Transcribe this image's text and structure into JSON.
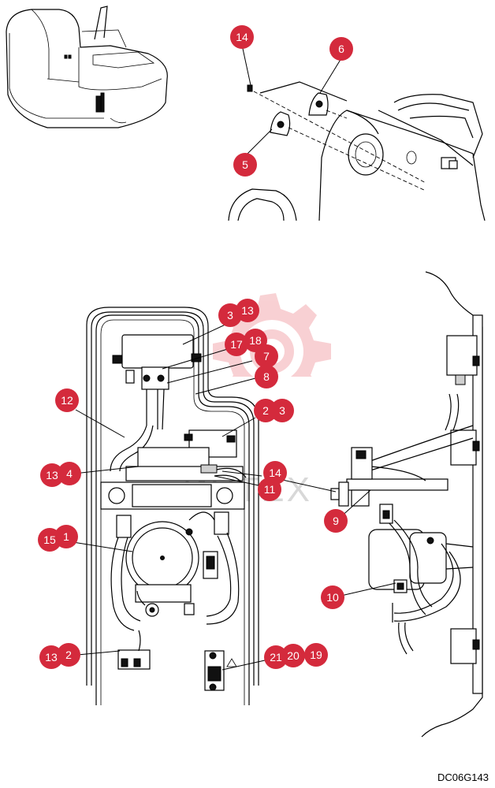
{
  "figure_code": "DC06G143",
  "watermark": "ИНТЕХ",
  "callouts": {
    "c14a": "14",
    "c6": "6",
    "c5": "5",
    "c3a": "3",
    "c13a": "13",
    "c17": "17",
    "c18": "18",
    "c7": "7",
    "c8": "8",
    "c12": "12",
    "c2a": "2",
    "c3b": "3",
    "c13b": "13",
    "c4": "4",
    "c14b": "14",
    "c11": "11",
    "c15": "15",
    "c1": "1",
    "c9": "9",
    "c10": "10",
    "c13c": "13",
    "c2b": "2",
    "c21": "21",
    "c20": "20",
    "c19": "19"
  }
}
